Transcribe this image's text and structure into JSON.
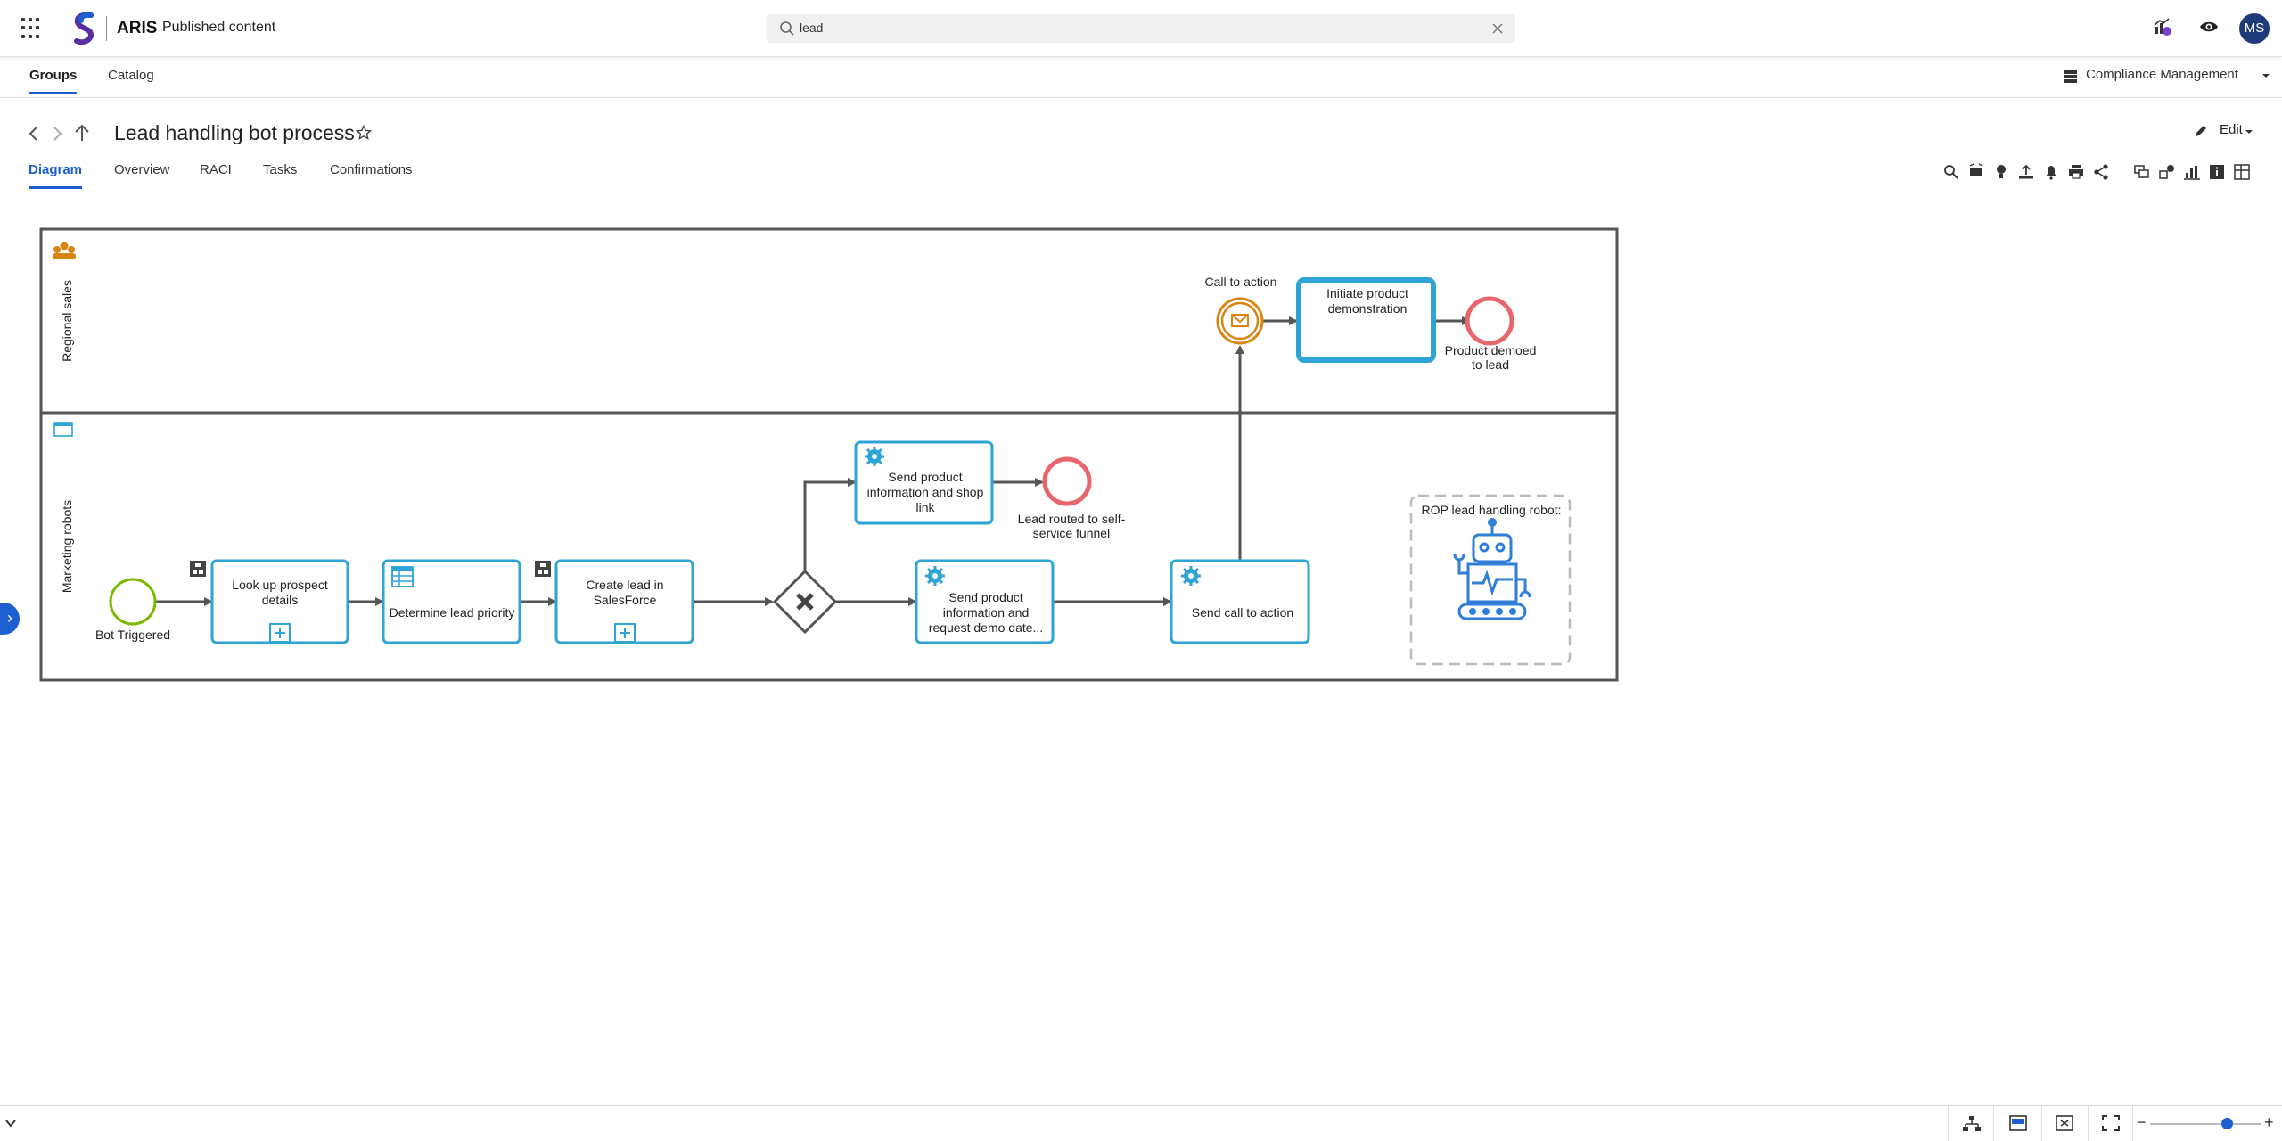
{
  "app": {
    "brand": "ARIS",
    "section": "Published content"
  },
  "search": {
    "value": "lead"
  },
  "user": {
    "initials": "MS"
  },
  "nav": {
    "tabs": [
      "Groups",
      "Catalog"
    ],
    "active": "Groups",
    "database": "Compliance Management"
  },
  "page": {
    "title": "Lead handling bot process",
    "edit_label": "Edit",
    "tabs": [
      "Diagram",
      "Overview",
      "RACI",
      "Tasks",
      "Confirmations"
    ],
    "active_tab": "Diagram"
  },
  "diagram": {
    "lanes": [
      {
        "label": "Regional sales"
      },
      {
        "label": "Marketing robots"
      }
    ],
    "events": {
      "start": "Bot Triggered",
      "catch": "Call to action",
      "end_demo": "Product demoed to lead",
      "end_self_service": "Lead routed to self-service funnel"
    },
    "tasks": {
      "lookup": "Look up prospect details",
      "priority": "Determine lead priority",
      "create_lead": "Create lead in SalesForce",
      "send_shop": "Send product information and shop link",
      "send_demo": "Send product information and request demo date...",
      "send_cta": "Send call to action",
      "initiate_demo": "Initiate product demonstration"
    },
    "robot_label": "ROP lead handling robot:"
  },
  "colors": {
    "accent": "#1d5fd1",
    "task_border": "#2ea3d6",
    "start_event": "#7ab800",
    "end_event": "#e8656b",
    "intermediate_event": "#d98511",
    "lane_border": "#555555"
  },
  "icons": [
    "app-grid-icon",
    "search-icon",
    "clear-icon",
    "insights-icon",
    "eye-icon",
    "star-icon",
    "pencil-icon",
    "gear-icon",
    "robot-icon"
  ]
}
